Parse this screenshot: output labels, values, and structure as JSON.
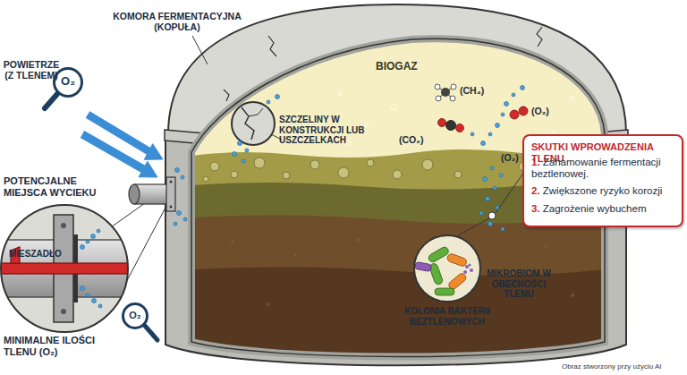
{
  "diagram": {
    "nodes": [
      {
        "text": [
          "O₂"
        ]
      },
      {
        "text": [
          "SKUTKI WPROWADZENIA TLENU",
          "1. Zahamowanie fermentacji beztlenowej.",
          "2. Zwiększone ryzyko korozji",
          "3. Zagrożenie wybuchem"
        ]
      },
      {
        "text": [
          "MIESZADŁO"
        ]
      },
      {
        "text": [
          "KOLONIA BAKTERII BEZTLENOWYCH"
        ]
      },
      {
        "text": [
          "O₂"
        ]
      }
    ],
    "labels": [
      "KOMORA FERMENTACYJNA (KOPUŁA)",
      "POWIETRZE (Z TLENEM)",
      "BIOGAZ",
      "(CH₄)",
      "(O₂)",
      "SZCZELINY W KONSTRUKCJI LUB USZCZELKACH",
      "(CO₂)",
      "(O₂)",
      "POTENCJALNE MIEJSCA WYCIEKU",
      "MIKROBIOM W OBECNOŚCI TLENU",
      "MINIMALNE ILOŚCI TLENU (O₂)",
      "Obraz stworzony przy użyciu AI"
    ]
  }
}
